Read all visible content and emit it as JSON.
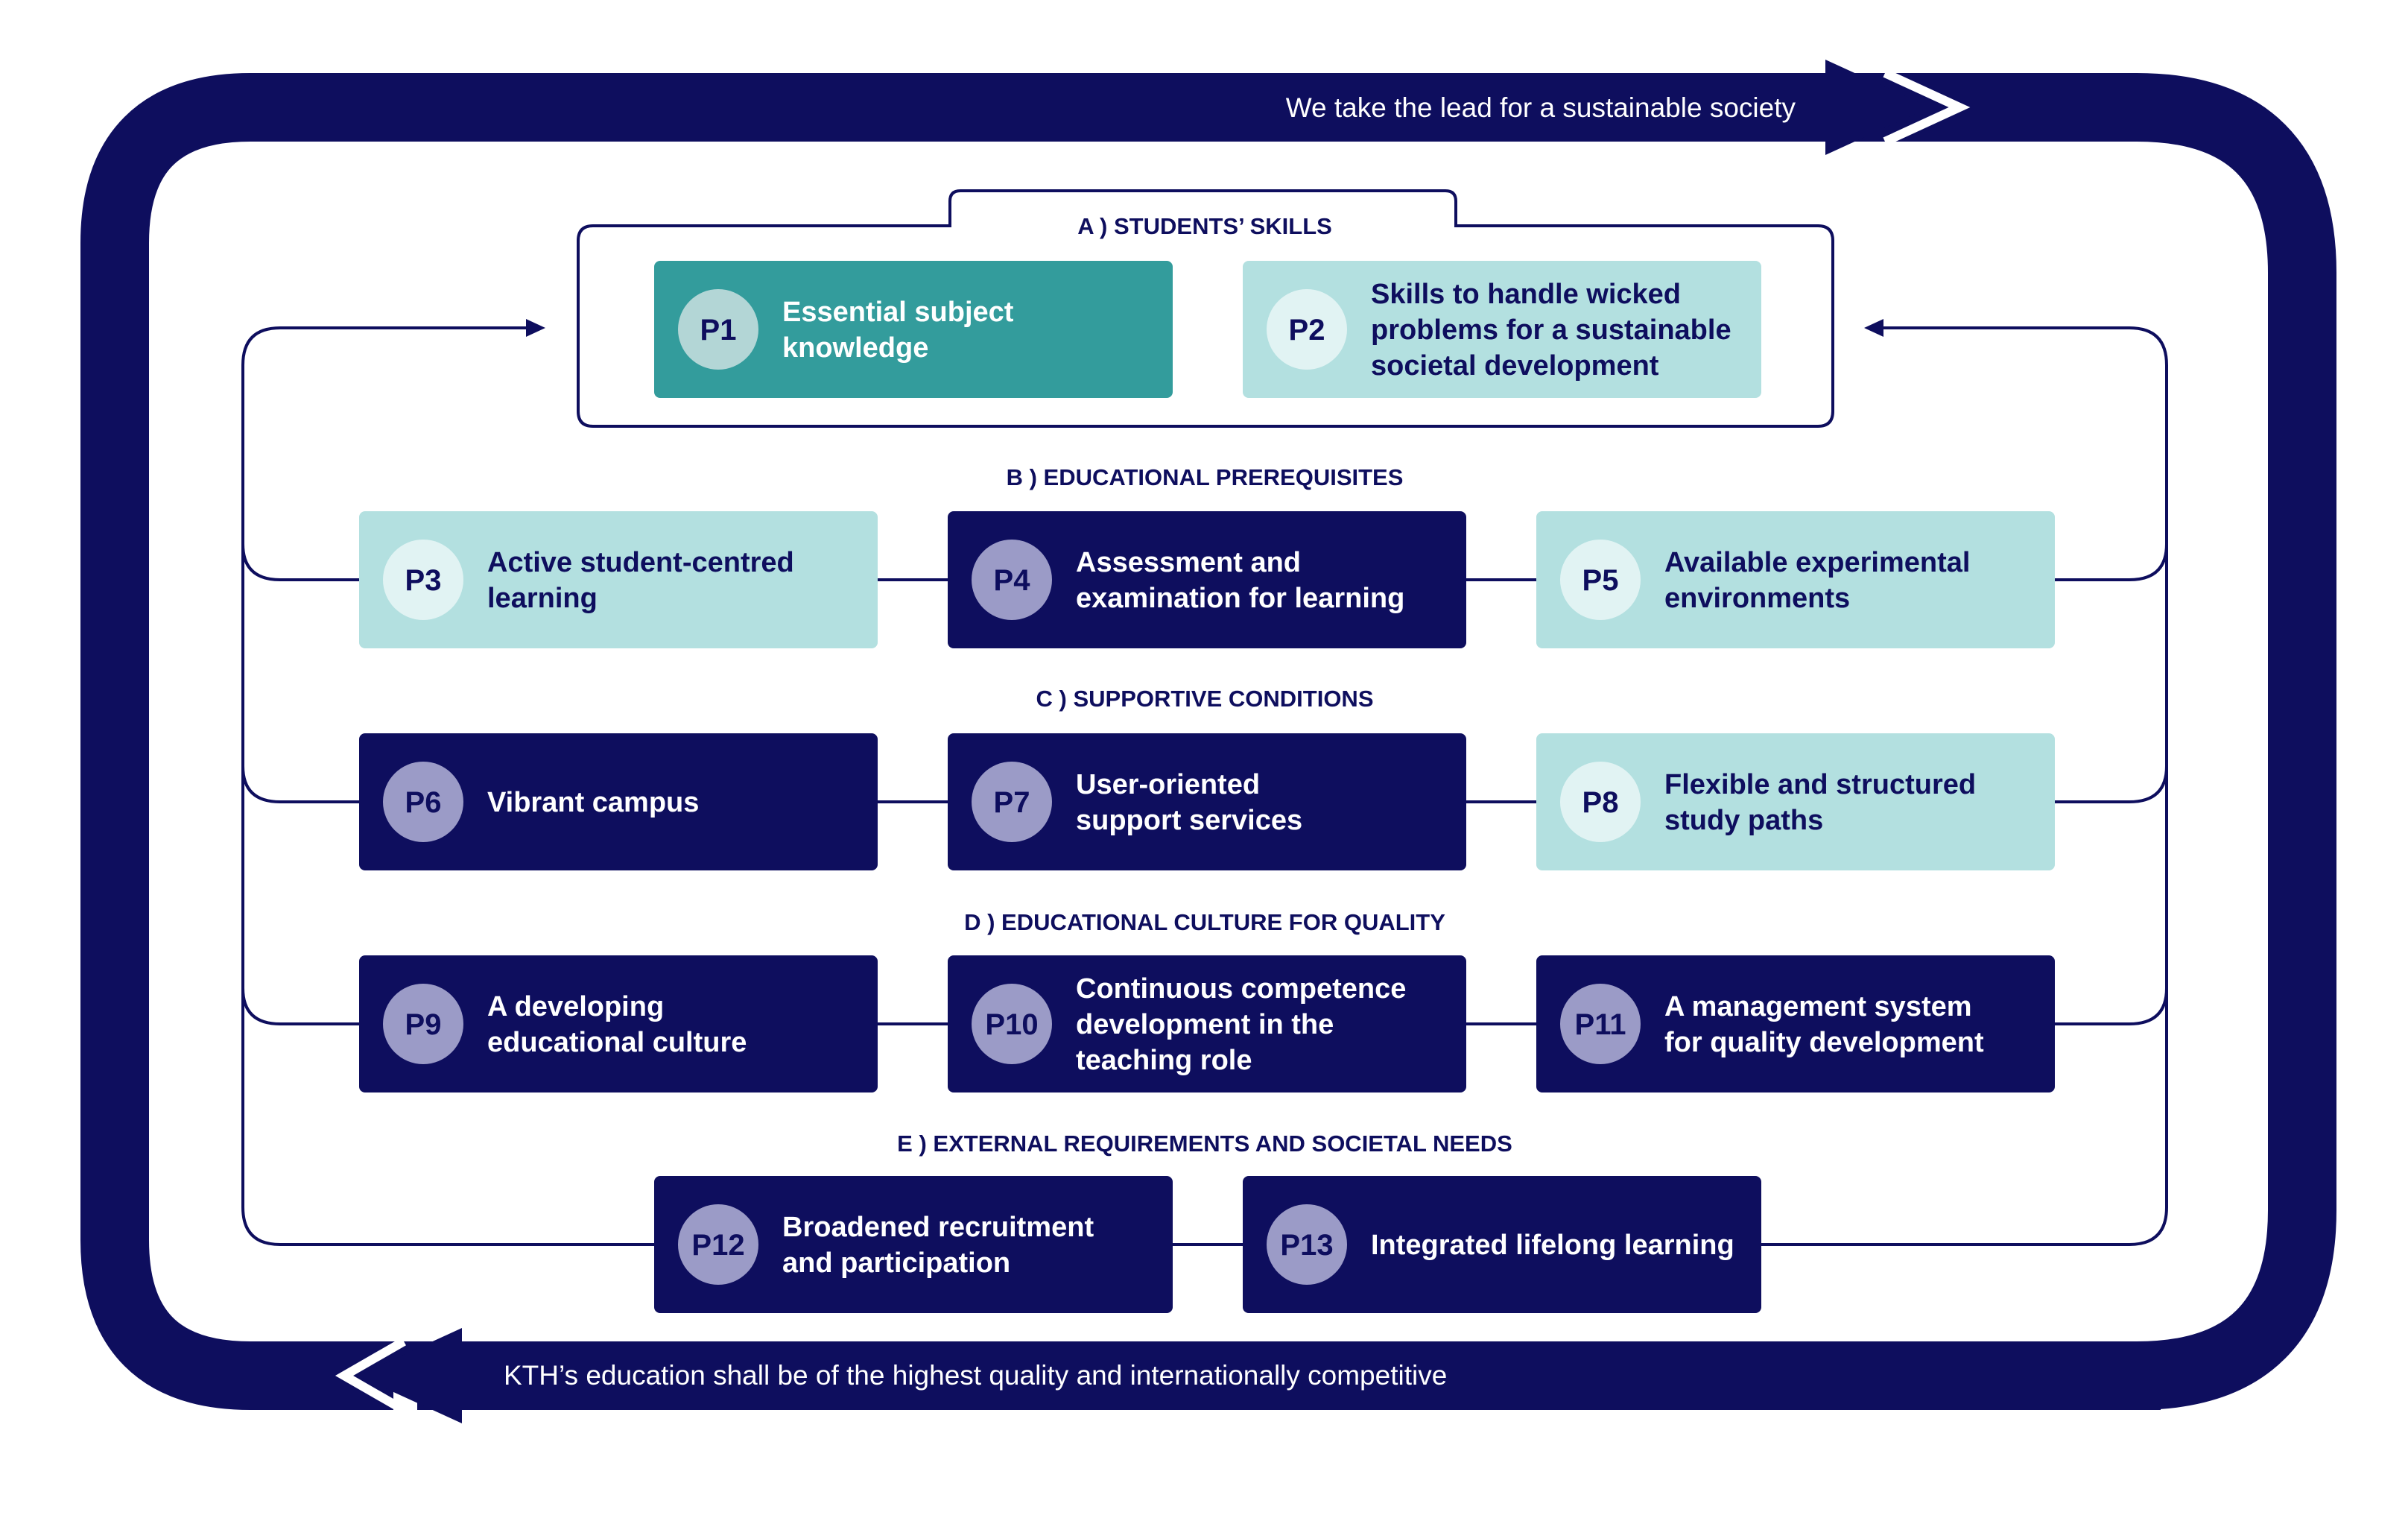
{
  "banners": {
    "top": "We take the lead for a sustainable society",
    "bottom": "KTH’s education shall be of the highest quality and internationally competitive"
  },
  "sections": [
    {
      "letter": "A )",
      "title": "STUDENTS’ SKILLS"
    },
    {
      "letter": "B )",
      "title": "EDUCATIONAL PREREQUISITES"
    },
    {
      "letter": "C )",
      "title": "SUPPORTIVE CONDITIONS"
    },
    {
      "letter": "D )",
      "title": "EDUCATIONAL CULTURE FOR QUALITY"
    },
    {
      "letter": "E )",
      "title": "EXTERNAL REQUIREMENTS AND SOCIETAL NEEDS"
    }
  ],
  "colors": {
    "navy": "#0e0e5e",
    "teal": "#339c9c",
    "light_teal": "#b3e0e0",
    "badge_on_navy": "#9b9bc7",
    "badge_on_teal": "#b3d6d6",
    "badge_on_light": "#e1f3f3"
  },
  "principles": [
    {
      "id": "P1",
      "lines": [
        "Essential subject",
        "knowledge"
      ],
      "style": "teal"
    },
    {
      "id": "P2",
      "lines": [
        "Skills to handle wicked",
        "problems for a sustainable",
        "societal development"
      ],
      "style": "light"
    },
    {
      "id": "P3",
      "lines": [
        "Active student-centred",
        "learning"
      ],
      "style": "light"
    },
    {
      "id": "P4",
      "lines": [
        "Assessment and",
        "examination for learning"
      ],
      "style": "navy"
    },
    {
      "id": "P5",
      "lines": [
        "Available experimental",
        "environments"
      ],
      "style": "light"
    },
    {
      "id": "P6",
      "lines": [
        "Vibrant campus"
      ],
      "style": "navy"
    },
    {
      "id": "P7",
      "lines": [
        "User-oriented",
        "support services"
      ],
      "style": "navy"
    },
    {
      "id": "P8",
      "lines": [
        "Flexible and structured",
        "study paths"
      ],
      "style": "light"
    },
    {
      "id": "P9",
      "lines": [
        "A developing",
        "educational culture"
      ],
      "style": "navy"
    },
    {
      "id": "P10",
      "lines": [
        "Continuous competence",
        "development in the",
        "teaching role"
      ],
      "style": "navy"
    },
    {
      "id": "P11",
      "lines": [
        "A management system",
        "for quality development"
      ],
      "style": "navy"
    },
    {
      "id": "P12",
      "lines": [
        "Broadened recruitment",
        "and participation"
      ],
      "style": "navy"
    },
    {
      "id": "P13",
      "lines": [
        "Integrated lifelong learning"
      ],
      "style": "navy"
    }
  ]
}
